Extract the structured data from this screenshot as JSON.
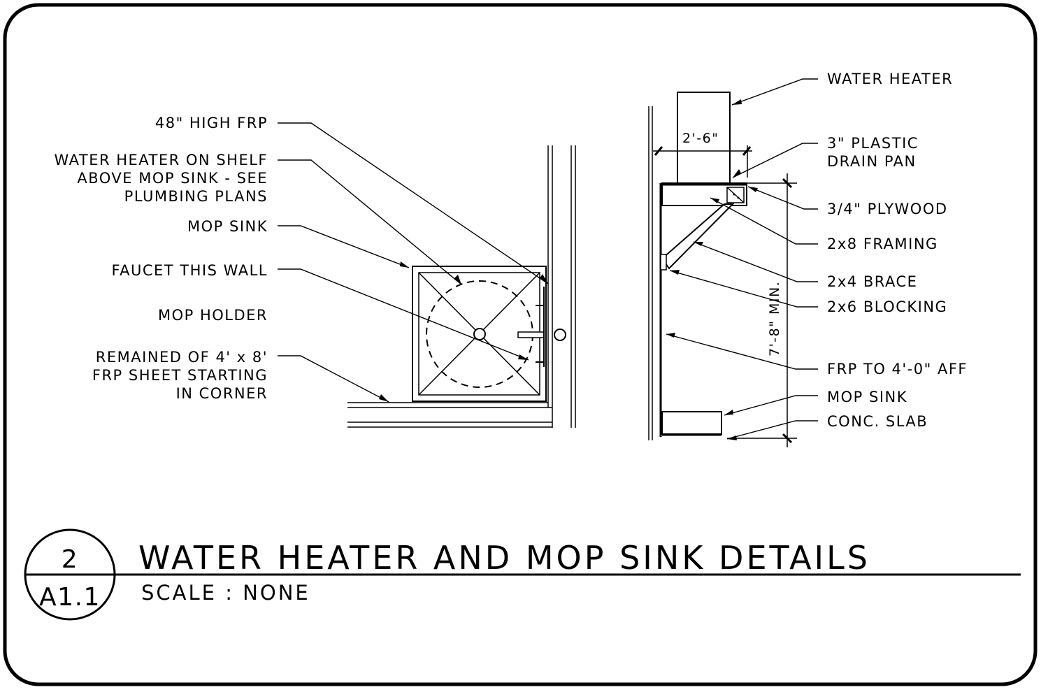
{
  "detail": {
    "number": "2",
    "sheet": "A1.1",
    "title": "WATER HEATER AND MOP SINK DETAILS",
    "scale": "SCALE :  NONE"
  },
  "plan_labels": {
    "frp_height": "48\" HIGH FRP",
    "water_heater_shelf_1": "WATER HEATER ON SHELF",
    "water_heater_shelf_2": "ABOVE MOP SINK - SEE",
    "water_heater_shelf_3": "PLUMBING PLANS",
    "mop_sink": "MOP SINK",
    "faucet": "FAUCET THIS WALL",
    "mop_holder": "MOP HOLDER",
    "remainder_1": "REMAINED OF 4' x 8'",
    "remainder_2": "FRP SHEET STARTING",
    "remainder_3": "IN CORNER"
  },
  "section_labels": {
    "water_heater": "WATER HEATER",
    "drain_pan_1": "3\" PLASTIC",
    "drain_pan_2": "DRAIN PAN",
    "plywood": "3/4\" PLYWOOD",
    "framing": "2x8 FRAMING",
    "brace": "2x4 BRACE",
    "blocking": "2x6 BLOCKING",
    "frp": "FRP TO 4'-0\" AFF",
    "mop_sink": "MOP SINK",
    "slab": "CONC. SLAB"
  },
  "dimensions": {
    "heater_width": "2'-6\"",
    "shelf_height": "7'-8\" MIN."
  }
}
